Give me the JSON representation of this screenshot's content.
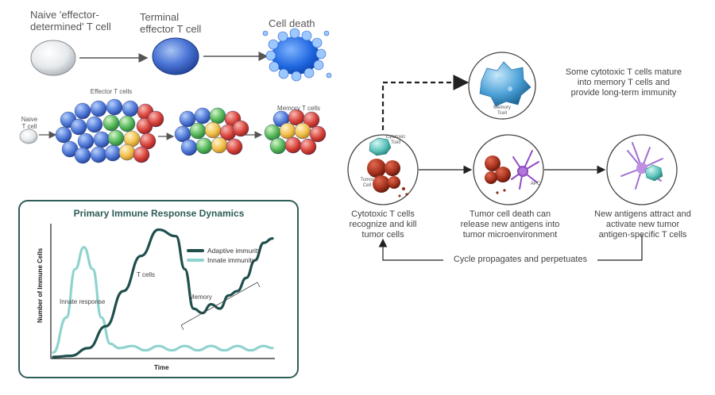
{
  "top": {
    "naive_label": "Naive 'effector-\ndetermined' T cell",
    "terminal_label": "Terminal\neffector T cell",
    "death_label": "Cell death",
    "naive_small_label": "Naive\nT cell",
    "effector_label": "Effector T cells",
    "memory_label": "Memory T cells"
  },
  "chart": {
    "title": "Primary Immune Response Dynamics",
    "ylabel": "Number of Immune Cells",
    "xlabel": "Time",
    "annotations": {
      "innate": "Innate response",
      "tcells": "T cells",
      "memory": "Memory"
    },
    "legend": [
      {
        "name": "Adaptive immurity",
        "color": "#1f4f4c"
      },
      {
        "name": "Innate immunity",
        "color": "#8fd3cf"
      }
    ]
  },
  "chart_data": {
    "type": "line",
    "title": "Primary Immune Response Dynamics",
    "xlabel": "Time",
    "ylabel": "Number of Immune Cells",
    "series": [
      {
        "name": "Adaptive immurity",
        "color": "#1f4f4c",
        "x": [
          0,
          8,
          16,
          24,
          32,
          40,
          48,
          56,
          60,
          64,
          68,
          72,
          76,
          80,
          84,
          88,
          92,
          96,
          100
        ],
        "y": [
          0,
          0.5,
          4,
          14,
          30,
          46,
          58,
          55,
          40,
          22,
          20,
          24,
          22,
          28,
          30,
          36,
          44,
          52,
          54
        ]
      },
      {
        "name": "Innate immunity",
        "color": "#8fd3cf",
        "x": [
          0,
          6,
          10,
          14,
          18,
          22,
          26,
          30,
          36,
          42,
          48,
          54,
          60,
          66,
          72,
          78,
          84,
          90,
          96,
          100
        ],
        "y": [
          2,
          18,
          40,
          50,
          40,
          18,
          6,
          4,
          5,
          3,
          5,
          3,
          5,
          3,
          5,
          3,
          5,
          3,
          5,
          4
        ]
      }
    ],
    "grid": false,
    "legend_position": "top-right"
  },
  "cycle": {
    "memory_text": "Some cytotoxic T cells mature\ninto memory T cells and\nprovide long-term immunity",
    "memory_cell_label": "Memory\nTcell",
    "cytotoxic_cell_label": "Cytotoxic\nTcell",
    "tumor_cell_label": "Tumor\nCell",
    "apc_label": "APC",
    "caption1": "Cytotoxic T cells\nrecognize and kill\ntumor cells",
    "caption2": "Tumor cell death can\nrelease new antigens into\ntumor microenvironment",
    "caption3": "New antigens attract and\nactivate new tumor\nantigen-specific T cells",
    "loop_label": "Cycle propagates and perpetuates"
  }
}
